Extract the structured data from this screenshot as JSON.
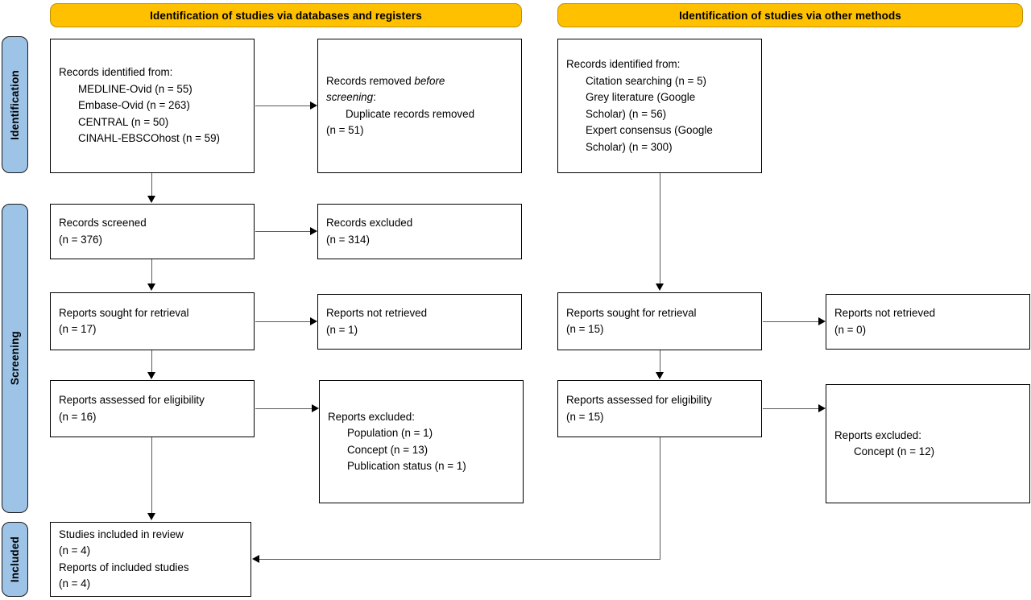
{
  "headers": [
    {
      "id": "databases",
      "label": "Identification of studies via databases and registers"
    },
    {
      "id": "other-methods",
      "label": "Identification of studies via other methods"
    }
  ],
  "stages": [
    {
      "id": "identification",
      "label": "Identification"
    },
    {
      "id": "screening",
      "label": "Screening"
    },
    {
      "id": "included",
      "label": "Included"
    }
  ],
  "boxes": {
    "records_identified_db": {
      "lines": [
        {
          "text": "Records identified from:",
          "indent": false
        },
        {
          "text": "MEDLINE-Ovid (n = 55)",
          "indent": true
        },
        {
          "text": "Embase-Ovid (n = 263)",
          "indent": true
        },
        {
          "text": "CENTRAL (n = 50)",
          "indent": true
        },
        {
          "text": "CINAHL-EBSCOhost (n = 59)",
          "indent": true
        }
      ]
    },
    "records_removed": {
      "lines": [
        {
          "text": "Records removed before",
          "indent": false,
          "italic_from": 16
        },
        {
          "text": "screening:",
          "indent": false,
          "italic_to": 9
        },
        {
          "text": "Duplicate records removed",
          "indent": true
        },
        {
          "text": "(n = 51)",
          "indent": false
        }
      ]
    },
    "records_screened": {
      "lines": [
        {
          "text": "Records screened",
          "indent": false
        },
        {
          "text": "(n = 376)",
          "indent": false
        }
      ]
    },
    "records_excluded": {
      "lines": [
        {
          "text": "Records excluded",
          "indent": false
        },
        {
          "text": "(n = 314)",
          "indent": false
        }
      ]
    },
    "reports_sought_db": {
      "lines": [
        {
          "text": "Reports sought for retrieval",
          "indent": false
        },
        {
          "text": "(n = 17)",
          "indent": false
        }
      ]
    },
    "reports_not_retrieved_db": {
      "lines": [
        {
          "text": "Reports not retrieved",
          "indent": false
        },
        {
          "text": "(n = 1)",
          "indent": false
        }
      ]
    },
    "reports_assessed_db": {
      "lines": [
        {
          "text": "Reports assessed for eligibility",
          "indent": false
        },
        {
          "text": "(n = 16)",
          "indent": false
        }
      ]
    },
    "reports_excluded_db": {
      "lines": [
        {
          "text": "Reports excluded:",
          "indent": false
        },
        {
          "text": "Population (n = 1)",
          "indent": true
        },
        {
          "text": "Concept (n = 13)",
          "indent": true
        },
        {
          "text": "Publication status (n = 1)",
          "indent": true
        }
      ]
    },
    "studies_included": {
      "lines": [
        {
          "text": "Studies included in review",
          "indent": false
        },
        {
          "text": "(n = 4)",
          "indent": false
        },
        {
          "text": "Reports of included studies",
          "indent": false
        },
        {
          "text": "(n = 4)",
          "indent": false
        }
      ]
    },
    "records_identified_other": {
      "lines": [
        {
          "text": "Records identified from:",
          "indent": false
        },
        {
          "text": "Citation searching (n = 5)",
          "indent": true
        },
        {
          "text": "Grey literature (Google",
          "indent": true
        },
        {
          "text": "Scholar) (n = 56)",
          "indent": true
        },
        {
          "text": "Expert consensus (Google",
          "indent": true
        },
        {
          "text": "Scholar) (n = 300)",
          "indent": true
        }
      ]
    },
    "reports_sought_other": {
      "lines": [
        {
          "text": "Reports sought for retrieval",
          "indent": false
        },
        {
          "text": "(n = 15)",
          "indent": false
        }
      ]
    },
    "reports_not_retrieved_other": {
      "lines": [
        {
          "text": "Reports not retrieved",
          "indent": false
        },
        {
          "text": "(n = 0)",
          "indent": false
        }
      ]
    },
    "reports_assessed_other": {
      "lines": [
        {
          "text": "Reports assessed for eligibility",
          "indent": false
        },
        {
          "text": "(n = 15)",
          "indent": false
        }
      ]
    },
    "reports_excluded_other": {
      "lines": [
        {
          "text": "Reports excluded:",
          "indent": false
        },
        {
          "text": "Concept (n = 12)",
          "indent": true
        }
      ]
    }
  },
  "colors": {
    "header_fill": "#FFC000",
    "header_border": "#BF9000",
    "stage_fill": "#9DC3E6",
    "box_border": "#000000",
    "connector": "#595959"
  },
  "chart_data": {
    "type": "diagram",
    "title": "PRISMA 2020 flow diagram",
    "nodes": [
      {
        "id": "records_identified_db",
        "column": "databases",
        "stage": "Identification",
        "counts": {
          "MEDLINE-Ovid": 55,
          "Embase-Ovid": 263,
          "CENTRAL": 50,
          "CINAHL-EBSCOhost": 59
        }
      },
      {
        "id": "records_removed",
        "column": "databases",
        "stage": "Identification",
        "counts": {
          "Duplicate records removed": 51
        }
      },
      {
        "id": "records_screened",
        "column": "databases",
        "stage": "Screening",
        "counts": {
          "n": 376
        }
      },
      {
        "id": "records_excluded",
        "column": "databases",
        "stage": "Screening",
        "counts": {
          "n": 314
        }
      },
      {
        "id": "reports_sought_db",
        "column": "databases",
        "stage": "Screening",
        "counts": {
          "n": 17
        }
      },
      {
        "id": "reports_not_retrieved_db",
        "column": "databases",
        "stage": "Screening",
        "counts": {
          "n": 1
        }
      },
      {
        "id": "reports_assessed_db",
        "column": "databases",
        "stage": "Screening",
        "counts": {
          "n": 16
        }
      },
      {
        "id": "reports_excluded_db",
        "column": "databases",
        "stage": "Screening",
        "counts": {
          "Population": 1,
          "Concept": 13,
          "Publication status": 1
        }
      },
      {
        "id": "records_identified_other",
        "column": "other-methods",
        "stage": "Identification",
        "counts": {
          "Citation searching": 5,
          "Grey literature (Google Scholar)": 56,
          "Expert consensus (Google Scholar)": 300
        }
      },
      {
        "id": "reports_sought_other",
        "column": "other-methods",
        "stage": "Screening",
        "counts": {
          "n": 15
        }
      },
      {
        "id": "reports_not_retrieved_other",
        "column": "other-methods",
        "stage": "Screening",
        "counts": {
          "n": 0
        }
      },
      {
        "id": "reports_assessed_other",
        "column": "other-methods",
        "stage": "Screening",
        "counts": {
          "n": 15
        }
      },
      {
        "id": "reports_excluded_other",
        "column": "other-methods",
        "stage": "Screening",
        "counts": {
          "Concept": 12
        }
      },
      {
        "id": "studies_included",
        "column": "databases",
        "stage": "Included",
        "counts": {
          "Studies included in review": 4,
          "Reports of included studies": 4
        }
      }
    ],
    "edges": [
      {
        "from": "records_identified_db",
        "to": "records_removed",
        "direction": "right"
      },
      {
        "from": "records_identified_db",
        "to": "records_screened",
        "direction": "down"
      },
      {
        "from": "records_screened",
        "to": "records_excluded",
        "direction": "right"
      },
      {
        "from": "records_screened",
        "to": "reports_sought_db",
        "direction": "down"
      },
      {
        "from": "reports_sought_db",
        "to": "reports_not_retrieved_db",
        "direction": "right"
      },
      {
        "from": "reports_sought_db",
        "to": "reports_assessed_db",
        "direction": "down"
      },
      {
        "from": "reports_assessed_db",
        "to": "reports_excluded_db",
        "direction": "right"
      },
      {
        "from": "reports_assessed_db",
        "to": "studies_included",
        "direction": "down"
      },
      {
        "from": "records_identified_other",
        "to": "reports_sought_other",
        "direction": "down"
      },
      {
        "from": "reports_sought_other",
        "to": "reports_not_retrieved_other",
        "direction": "right"
      },
      {
        "from": "reports_sought_other",
        "to": "reports_assessed_other",
        "direction": "down"
      },
      {
        "from": "reports_assessed_other",
        "to": "reports_excluded_other",
        "direction": "right"
      },
      {
        "from": "reports_assessed_other",
        "to": "studies_included",
        "direction": "left"
      }
    ]
  }
}
